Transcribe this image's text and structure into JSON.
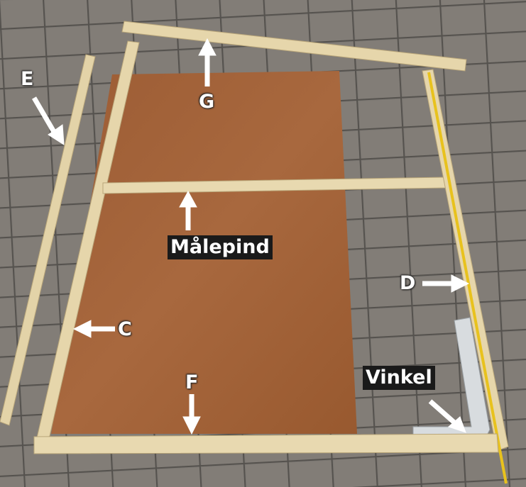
{
  "labels": {
    "e": "E",
    "g": "G",
    "malepind": "Målepind",
    "d": "D",
    "c": "C",
    "f": "F",
    "vinkel": "Vinkel"
  },
  "colors": {
    "paving": "#77736e",
    "plywood": "#a0623a",
    "wood": "#e3d3a8",
    "tape": "#e8c21d",
    "steel_square": "#d8dcdf"
  }
}
